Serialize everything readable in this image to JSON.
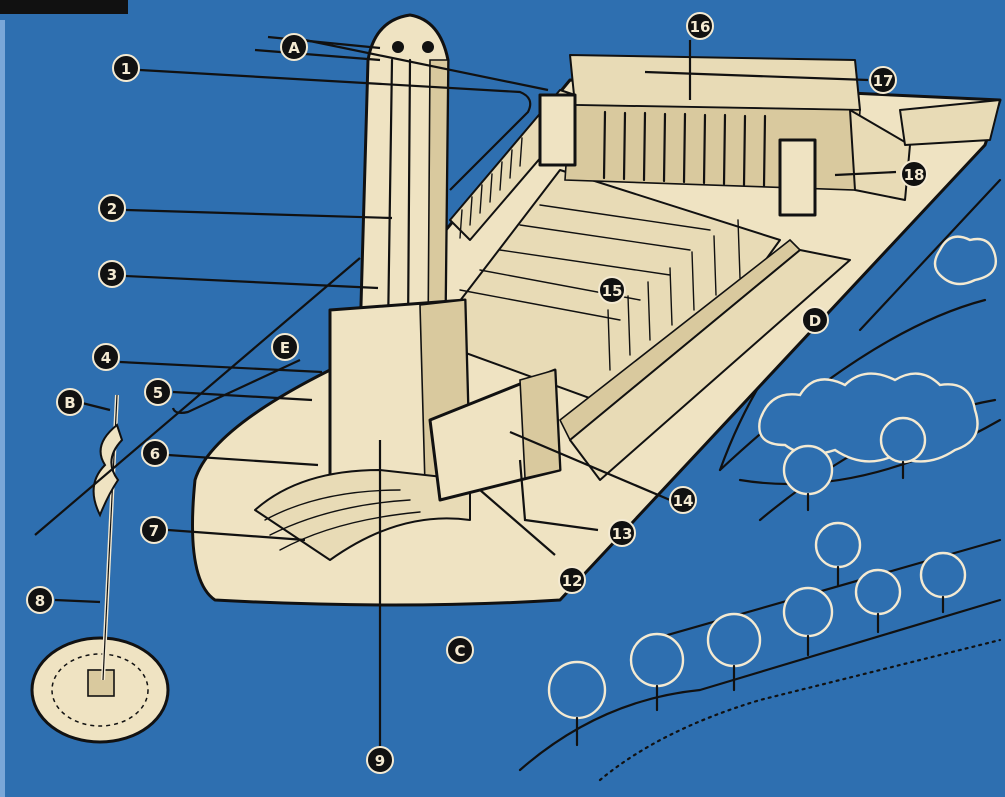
{
  "diagram": {
    "numbered_callouts": [
      "1",
      "2",
      "3",
      "4",
      "5",
      "6",
      "7",
      "8",
      "9",
      "12",
      "13",
      "14",
      "15",
      "16",
      "17",
      "18"
    ],
    "lettered_callouts": [
      "A",
      "B",
      "C",
      "D",
      "E"
    ]
  }
}
